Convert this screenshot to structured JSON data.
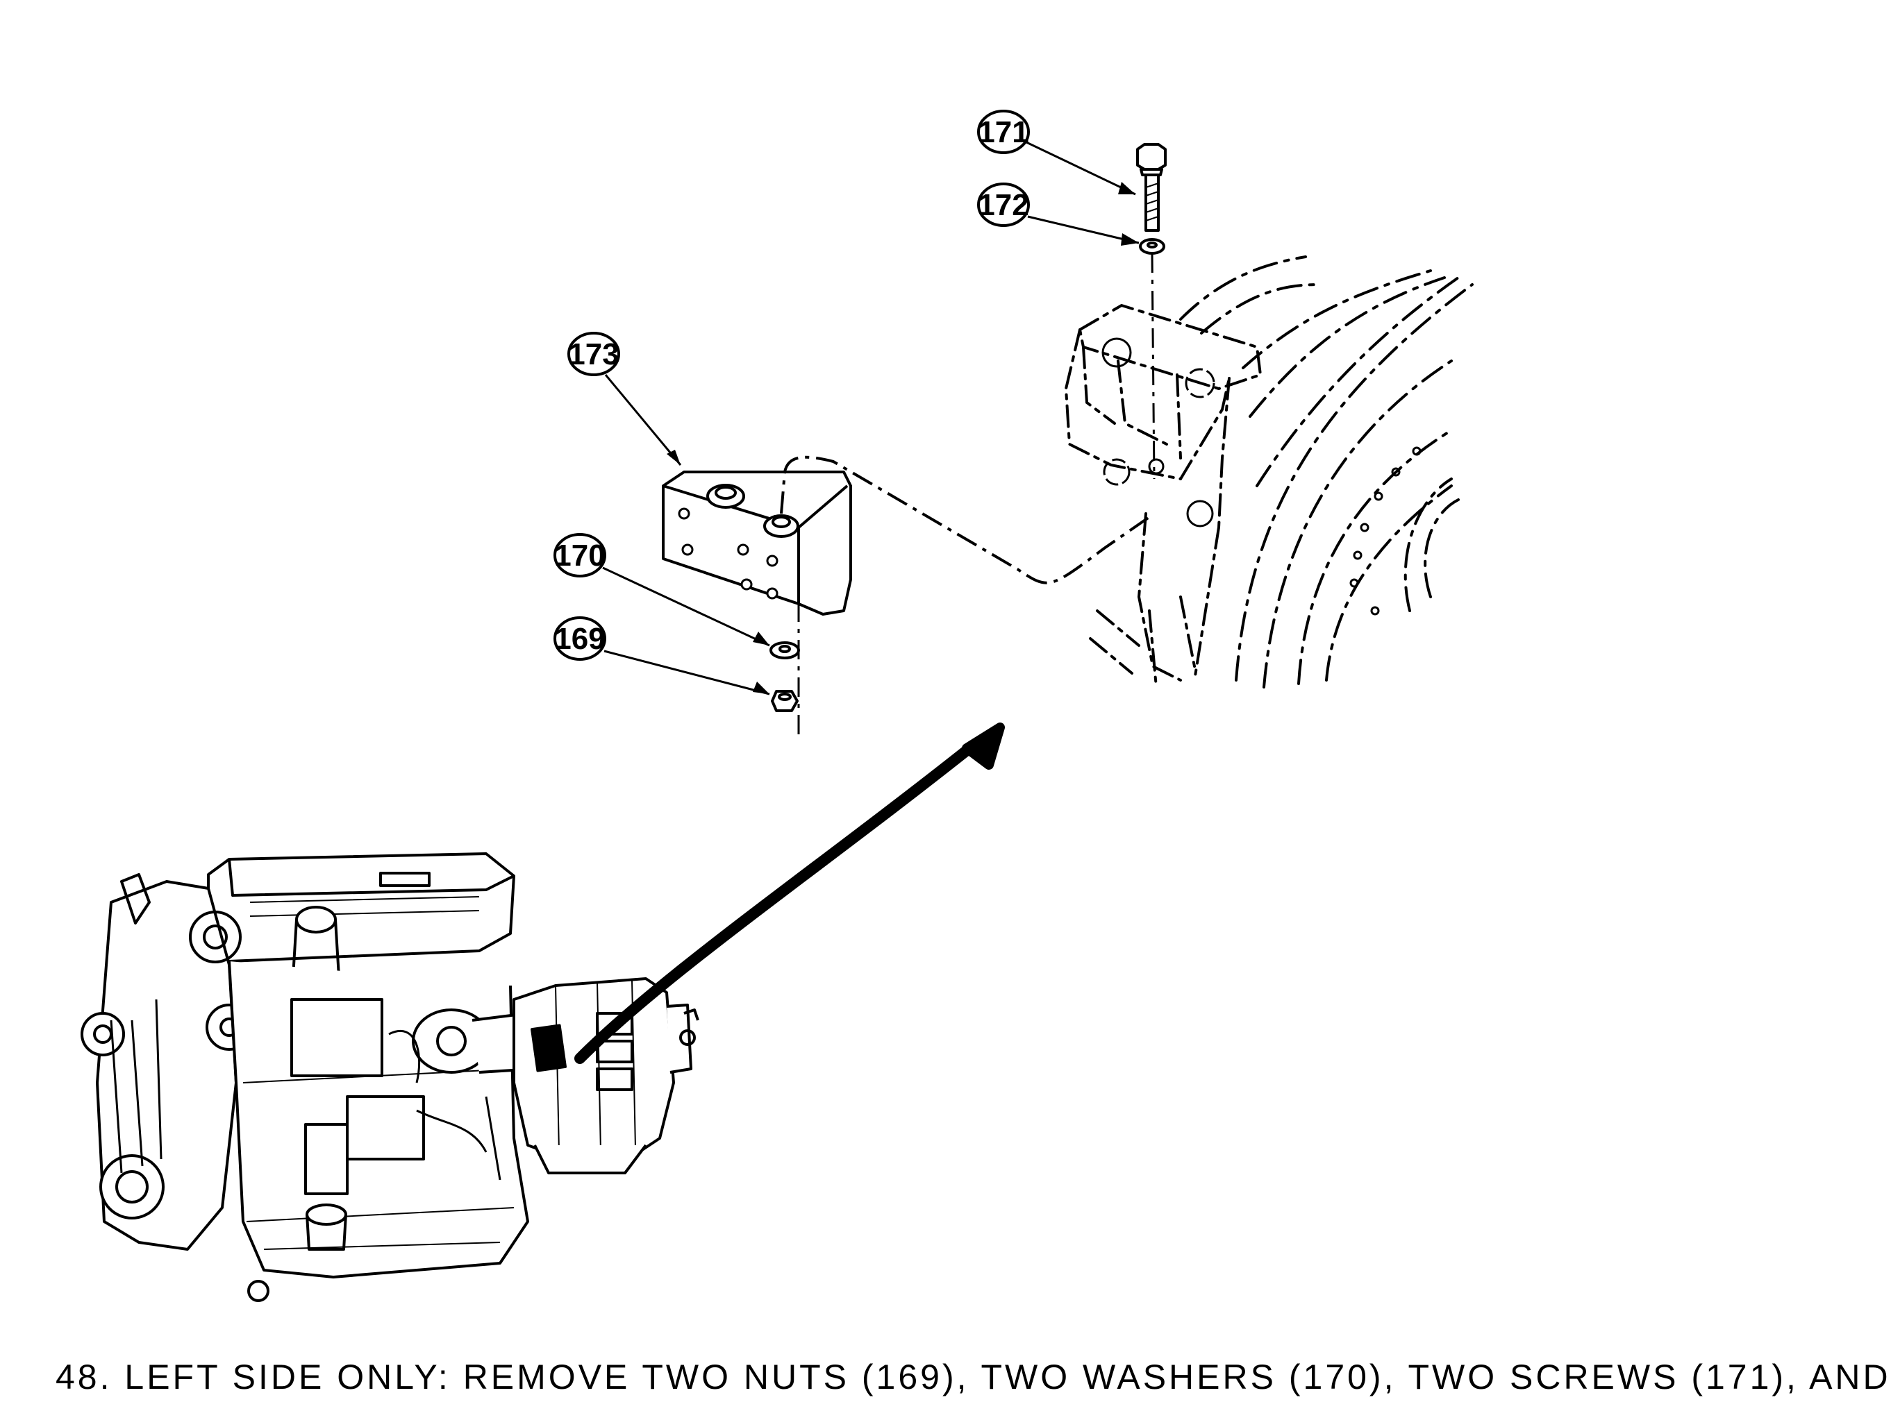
{
  "callouts": {
    "c169": "169",
    "c170": "170",
    "c171": "171",
    "c172": "172",
    "c173": "173"
  },
  "caption": "48. LEFT SIDE ONLY: REMOVE TWO NUTS (169), TWO WASHERS (170), TWO SCREWS (171), AND"
}
